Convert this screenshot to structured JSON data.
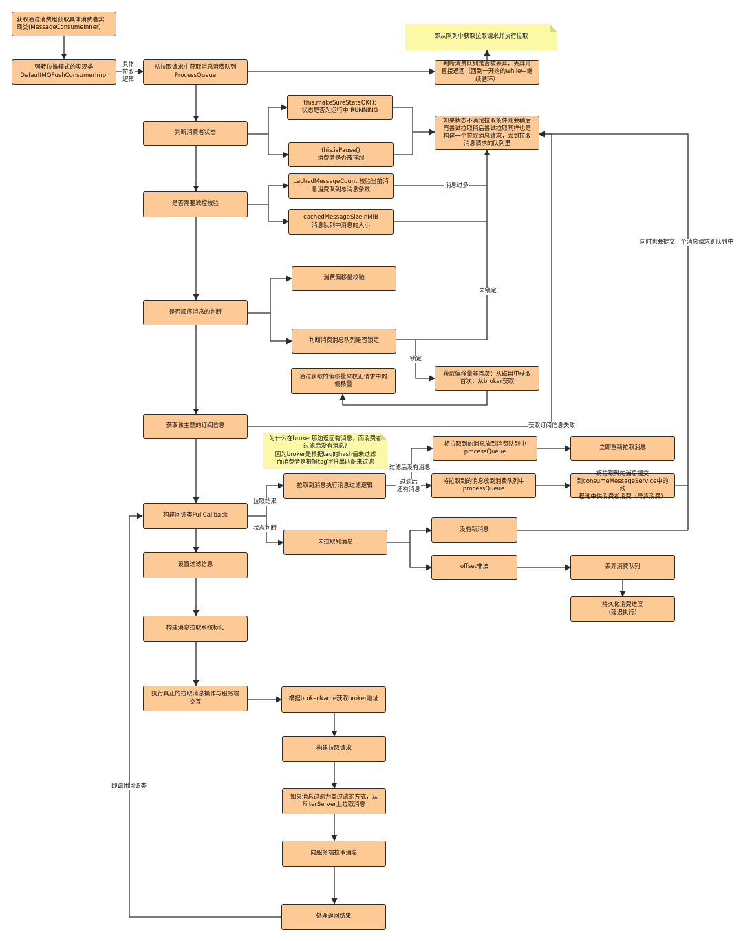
{
  "nodes": {
    "n1": "获取通过消费组获取具体消费者实\n现类(MessageConsumeInner)",
    "n2": "强转位推模式的实现类\nDefaultMQPushConsumerImpl",
    "n3": "从拉取请求中获取消息消费队列\nProcessQueue",
    "n4": "判断消费队列是否被丢弃，丢弃则\n直接返回（回到一开始的while中继\n续循环）",
    "n5": "this.makeSureStateOK();\n状态是否为运行中 RUNNING",
    "n6": "判断消费者状态",
    "n7": "this.isPause()\n消费者是否被挂起",
    "n8": "如果状态不满足拉取条件则会稍后\n再尝试拉取稍后尝试拉取同样也是\n构建一个拉取消息请求，丢到拉取\n消息请求的队列里",
    "n9": "cachedMessageCount 校验当前消\n息消费队列总消息条数",
    "n10": "是否需要流控校验",
    "n11": "cachedMessageSizeInMiB\n消息队列中消息的大小",
    "n12": "消费偏移量校验",
    "n13": "是否顺序消息的判断",
    "n14": "判断消费消息队列是否锁定",
    "n15": "通过获取的偏移量来校正请求中的\n偏移量",
    "n16": "获取偏移量非首次：从磁盘中获取\n首次：从broker获取",
    "n17": "获取该主题的订阅信息",
    "n18": "将拉取到的消息放到消费队列中\nprocessQueue",
    "n19": "立即重新拉取消息",
    "n20": "拉取到消息执行消息过滤逻辑",
    "n21": "将拉取到的消息放到消费队列中\nprocessQueue",
    "n22": "将拉取到的消息提交\n到consumeMessageService中的线\n程池中供消费者消费（异步消费）",
    "n23": "构建回调类PullCallback",
    "n24": "没有新消息",
    "n25": "未拉取到消息",
    "n26": "offset非法",
    "n27": "丢弃消费队列",
    "n28": "设置过滤信息",
    "n29": "持久化消费进度\n（延迟执行）",
    "n30": "构建消息拉取系统标记",
    "n31": "执行真正的拉取消息操作与服务端\n交互",
    "n32": "根据brokerName获取broker地址",
    "n33": "构建拉取请求",
    "n34": "如果消息过滤为类过滤的方式，从\nFilterServer上拉取消息",
    "n35": "向服务端拉取消息",
    "n36": "处理返回结果"
  },
  "notes": {
    "note_top": "即从队列中获取拉取请求并执行拉取",
    "note_filter": "为什么在broker那边返回有消息，而消费者\n过滤后没有消息?\n因为broker是根据tag的hash值来过滤\n而消费者是根据tag字符串匹配来过滤"
  },
  "labels": {
    "l_specific": "具体\n拉取\n逻辑",
    "l_too_many": "消息过多",
    "l_unlocked": "未锁定",
    "l_locked": "锁定",
    "l_sub_fail": "获取订阅信息失败",
    "l_also_submit": "同时也会提交一个消息请求到队列中",
    "l_no_msg_after_filter": "过滤后没有消息",
    "l_msg_after_filter": "过滤后\n还有消息",
    "l_pull_result": "拉取结果",
    "l_status_check": "状态判断",
    "l_invoke_callback": "即调用回调类"
  }
}
